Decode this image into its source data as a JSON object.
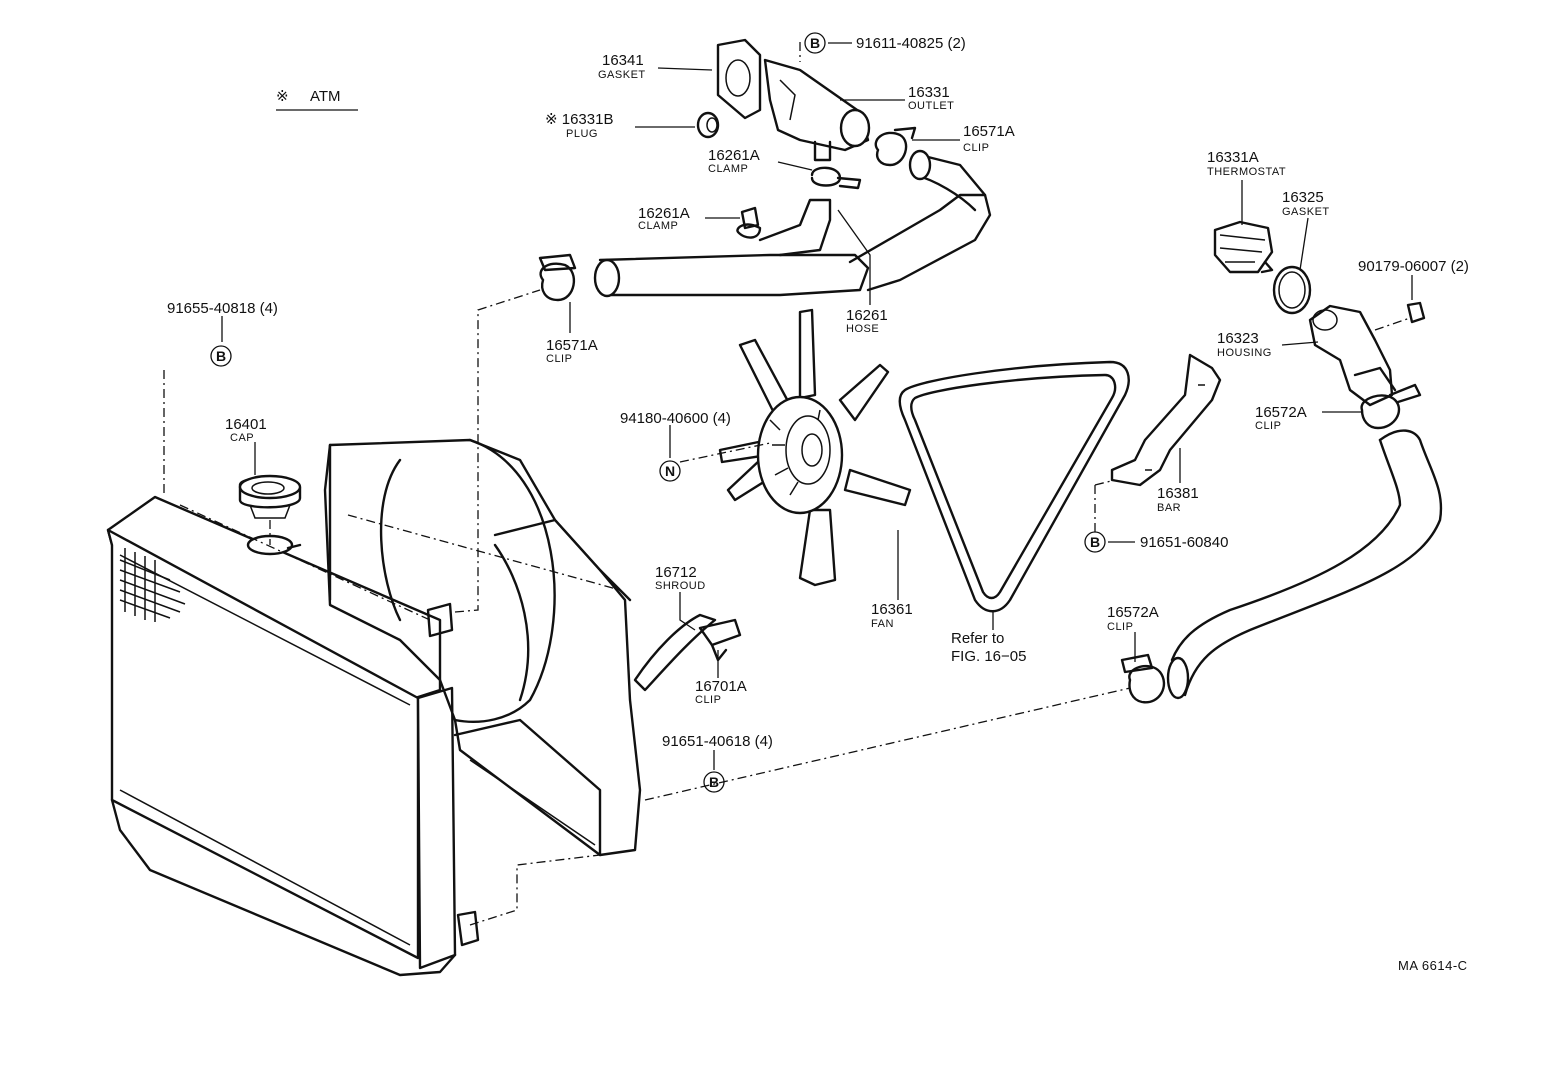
{
  "legend": {
    "symbol": "※",
    "text": "ATM"
  },
  "drawing_code": "MA 6614-C",
  "callouts": {
    "gasket_16341": {
      "part_no": "16341",
      "name": "GASKET"
    },
    "outlet_16331": {
      "part_no": "16331",
      "name": "OUTLET"
    },
    "bolt_91611": {
      "symbol": "B",
      "part_no": "91611-40825 (2)"
    },
    "plug_16331B": {
      "part_no": "※ 16331B",
      "name": "PLUG"
    },
    "clip_16571A_top": {
      "part_no": "16571A",
      "name": "CLIP"
    },
    "clamp_16261A_a": {
      "part_no": "16261A",
      "name": "CLAMP"
    },
    "clamp_16261A_b": {
      "part_no": "16261A",
      "name": "CLAMP"
    },
    "hose_16261": {
      "part_no": "16261",
      "name": "HOSE"
    },
    "clip_16571A_left": {
      "part_no": "16571A",
      "name": "CLIP"
    },
    "bolt_91655": {
      "part_no": "91655-40818 (4)",
      "symbol": "B"
    },
    "cap_16401": {
      "part_no": "16401",
      "name": "CAP"
    },
    "thermostat_16331A": {
      "part_no": "16331A",
      "name": "THERMOSTAT"
    },
    "gasket_16325": {
      "part_no": "16325",
      "name": "GASKET"
    },
    "nut_90179": {
      "part_no": "90179-06007 (2)"
    },
    "housing_16323": {
      "part_no": "16323",
      "name": "HOUSING"
    },
    "clip_16572A_right": {
      "part_no": "16572A",
      "name": "CLIP"
    },
    "nut_94180": {
      "part_no": "94180-40600 (4)",
      "symbol": "N"
    },
    "bar_16381": {
      "part_no": "16381",
      "name": "BAR"
    },
    "bolt_91651_60840": {
      "symbol": "B",
      "part_no": "91651-60840"
    },
    "shroud_16712": {
      "part_no": "16712",
      "name": "SHROUD"
    },
    "clip_16701A": {
      "part_no": "16701A",
      "name": "CLIP"
    },
    "fan_16361": {
      "part_no": "16361",
      "name": "FAN"
    },
    "belt_ref": {
      "line1": "Refer to",
      "line2": "FIG. 16−05"
    },
    "clip_16572A_lower": {
      "part_no": "16572A",
      "name": "CLIP"
    },
    "bolt_91651_40618": {
      "part_no": "91651-40618 (4)",
      "symbol": "B"
    }
  }
}
